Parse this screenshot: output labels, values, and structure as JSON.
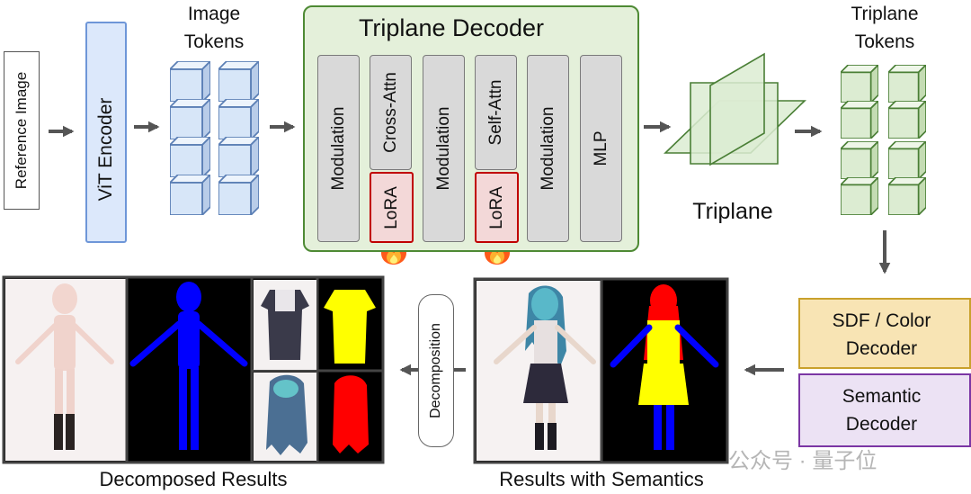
{
  "diagram": {
    "reference_image": "Reference Image",
    "vit_encoder": "ViT Encoder",
    "image_tokens": [
      "Image",
      "Tokens"
    ],
    "triplane_decoder": {
      "title": "Triplane Decoder",
      "layers": {
        "modulation_1": "Modulation",
        "cross_attn": "Cross-Attn",
        "lora_1": "LoRA",
        "modulation_2": "Modulation",
        "self_attn": "Self-Attn",
        "lora_2": "LoRA",
        "modulation_3": "Modulation",
        "mlp": "MLP"
      }
    },
    "triplane": "Triplane",
    "triplane_tokens": [
      "Triplane",
      "Tokens"
    ],
    "sdf_color_decoder": [
      "SDF / Color",
      "Decoder"
    ],
    "semantic_decoder": [
      "Semantic",
      "Decoder"
    ],
    "decomposition": "Decomposition",
    "captions": {
      "results_with_semantics": "Results with Semantics",
      "decomposed_results": "Decomposed Results"
    },
    "watermark": "公众号 · 量子位"
  },
  "colors": {
    "frozen_icon": "#3a86e0",
    "trainable_icon": "#ff5a1a",
    "token_blue": "#d7e6f8",
    "token_green": "#dcecd2",
    "semantic_red": "#ff0000",
    "semantic_yellow": "#ffff00",
    "semantic_blue": "#0000ff"
  },
  "icons": [
    "snowflake-icon",
    "fire-icon",
    "arrow-icon"
  ]
}
